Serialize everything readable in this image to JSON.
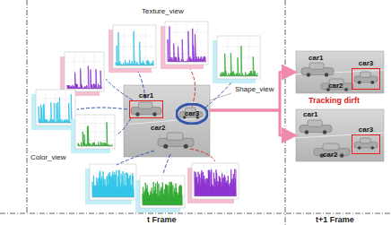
{
  "diagram": {
    "nodes": [
      {
        "text": [
          "car2"
        ]
      },
      {
        "text": [
          "car1"
        ],
        "in": 0
      },
      {
        "text": [
          "car3"
        ],
        "in": 0
      },
      {
        "text": [
          "car1",
          "car2"
        ]
      },
      {
        "text": [
          "car3"
        ],
        "in": 3
      },
      {
        "text": [
          "car1",
          "car2"
        ]
      },
      {
        "text": [
          "car3"
        ],
        "in": 5
      }
    ],
    "edges": [
      {
        "from": 0,
        "to": 3,
        "arrow": "to"
      },
      {
        "from": 0,
        "to": 5,
        "arrow": "to"
      }
    ],
    "labels": [
      "Texture_view",
      "Color_view",
      "Shape_view",
      "Tracking dirft",
      "t Frame",
      "t+1 Frame"
    ]
  }
}
